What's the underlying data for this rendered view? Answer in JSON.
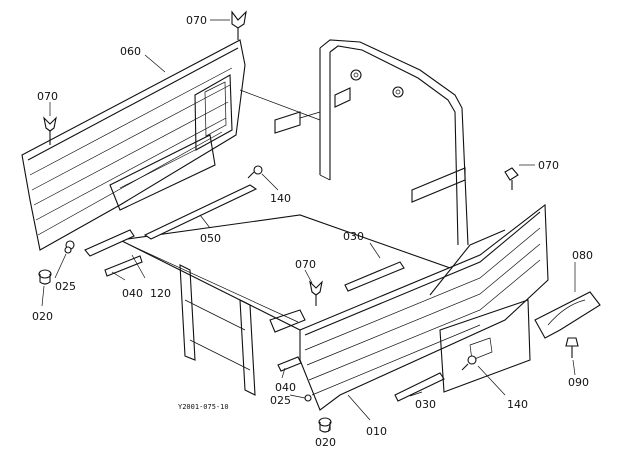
{
  "diagram": {
    "drawing_code": "Y2001-075-10",
    "callouts": {
      "p070_top": "070",
      "p060": "060",
      "p070_left": "070",
      "p140_upper": "140",
      "p050": "050",
      "p070_right": "070",
      "p030": "030",
      "p080": "080",
      "p025_left": "025",
      "p020_left": "020",
      "p040_left": "040",
      "p120": "120",
      "p070_mid": "070",
      "p040_lower": "040",
      "p025_lower": "025",
      "p020_lower": "020",
      "p010": "010",
      "p030_lower": "030",
      "p140_lower": "140",
      "p090": "090"
    }
  }
}
